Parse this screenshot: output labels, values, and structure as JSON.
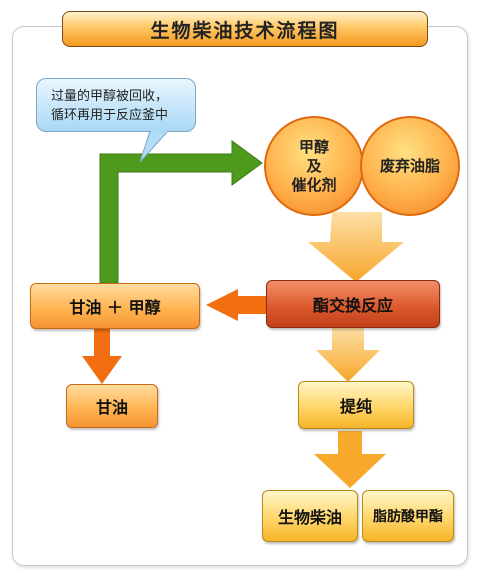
{
  "title": "生物柴油技术流程图",
  "note": {
    "line1": "过量的甲醇被回收，",
    "line2": "循环再用于反应釜中"
  },
  "inputs": {
    "reagent": {
      "line1": "甲醇",
      "line2": "及",
      "line3": "催化剂"
    },
    "feedstock": "废弃油脂"
  },
  "process": {
    "reaction": "酯交换反应",
    "byproduct_mix": "甘油 ＋ 甲醇",
    "glycerol": "甘油",
    "purification": "提纯",
    "product": "生物柴油",
    "ester": "脂肪酸甲酯"
  },
  "colors": {
    "green_arrow": "#4e9a1c",
    "orange_arrow": "#f26e10",
    "yellow_arrow": "#f8a82a"
  }
}
